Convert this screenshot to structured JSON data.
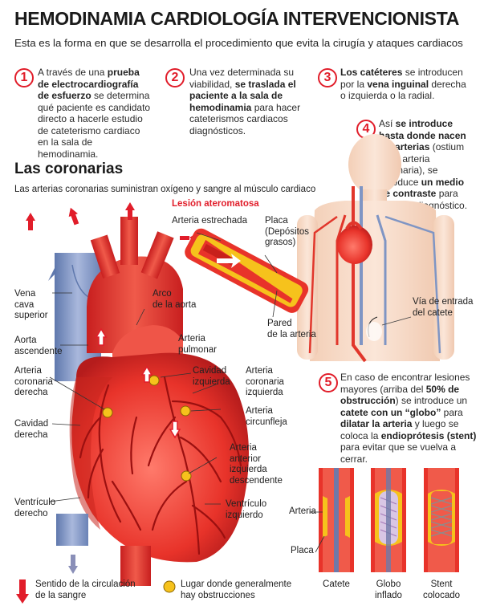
{
  "title": "HEMODINAMIA CARDIOLOGÍA INTERVENCIONISTA",
  "subtitle": "Esta es la forma en que se desarrolla el procedimiento que evita la cirugía y ataques cardiacos",
  "steps": [
    {
      "num": "1",
      "parts": [
        {
          "t": "A través de una ",
          "b": false
        },
        {
          "t": "prueba de electrocardiografía de esfuerzo",
          "b": true
        },
        {
          "t": " se determina qué paciente es candidato directo a hacerle estudio de cateterismo cardiaco en la sala de hemodinamia.",
          "b": false
        }
      ]
    },
    {
      "num": "2",
      "parts": [
        {
          "t": "Una vez determinada su viabilidad, ",
          "b": false
        },
        {
          "t": "se traslada el paciente a la sala de hemodinamia",
          "b": true
        },
        {
          "t": " para hacer cateterismos cardiacos diagnósticos.",
          "b": false
        }
      ]
    },
    {
      "num": "3",
      "parts": [
        {
          "t": "Los catéteres",
          "b": true
        },
        {
          "t": " se introducen por la ",
          "b": false
        },
        {
          "t": "vena inguinal",
          "b": true
        },
        {
          "t": " derecha o izquierda o la radial.",
          "b": false
        }
      ]
    },
    {
      "num": "4",
      "parts": [
        {
          "t": "Así ",
          "b": false
        },
        {
          "t": "se introduce hasta donde nacen las arterias",
          "b": true
        },
        {
          "t": " (ostium de la arteria coronaria), se introduce ",
          "b": false
        },
        {
          "t": "un medio de contraste",
          "b": true
        },
        {
          "t": " para hacer el diagnóstico.",
          "b": false
        }
      ]
    },
    {
      "num": "5",
      "parts": [
        {
          "t": "En caso de encontrar  lesiones mayores (arriba del ",
          "b": false
        },
        {
          "t": "50% de obstrucción",
          "b": true
        },
        {
          "t": ") se introduce un ",
          "b": false
        },
        {
          "t": "catete con un “globo”",
          "b": true
        },
        {
          "t": " para ",
          "b": false
        },
        {
          "t": "dilatar la arteria",
          "b": true
        },
        {
          "t": " y luego se coloca la ",
          "b": false
        },
        {
          "t": "endioprótesis (stent)",
          "b": true
        },
        {
          "t": " para evitar que se vuelva a cerrar.",
          "b": false
        }
      ]
    }
  ],
  "section_title": "Las coronarias",
  "section_intro": "Las arterias coronarias suministran oxígeno y sangre al músculo cardiaco",
  "lesion_title": "Lesión ateromatosa",
  "labels": {
    "arteria_estrechada": "Arteria estrechada",
    "placa_depositos": "Placa\n(Depósitos\ngrasos)",
    "pared_arteria": "Pared\nde la arteria",
    "vena_cava": "Vena\ncava\nsuperior",
    "arco_aorta": "Arco\nde la aorta",
    "aorta_ascendente": "Aorta\nascendente",
    "arteria_pulmonar": "Arteria\npulmonar",
    "arteria_coronaria_derecha": "Arteria\ncoronaria\nderecha",
    "cavidad_izquierda": "Cavidad\nizquierda",
    "arteria_coronaria_izquierda": "Arteria\ncoronaria\nizquierda",
    "arteria_circunfleja": "Arteria\ncircunfleja",
    "cavidad_derecha": "Cavidad\nderecha",
    "arteria_anterior": "Arteria\nanterior\nizquierda\ndescendente",
    "ventriculo_derecho": "Ventrículo\nderecho",
    "ventriculo_izquierdo": "Ventrículo\nizquierdo",
    "via_entrada": "Vía de entrada\ndel catete",
    "arteria": "Arteria",
    "placa": "Placa",
    "catete": "Catete",
    "globo": "Globo\ninflado",
    "stent": "Stent\ncolocado"
  },
  "legend": {
    "circulation": "Sentido de la circulación\nde la sangre",
    "obstruction": "Lugar donde generalmente\nhay obstrucciones"
  },
  "colors": {
    "accent": "#e11d2a",
    "heart": "#e8332a",
    "vein": "#7f95c4",
    "plaque": "#f6c21c",
    "body": "#f6dcc9"
  }
}
